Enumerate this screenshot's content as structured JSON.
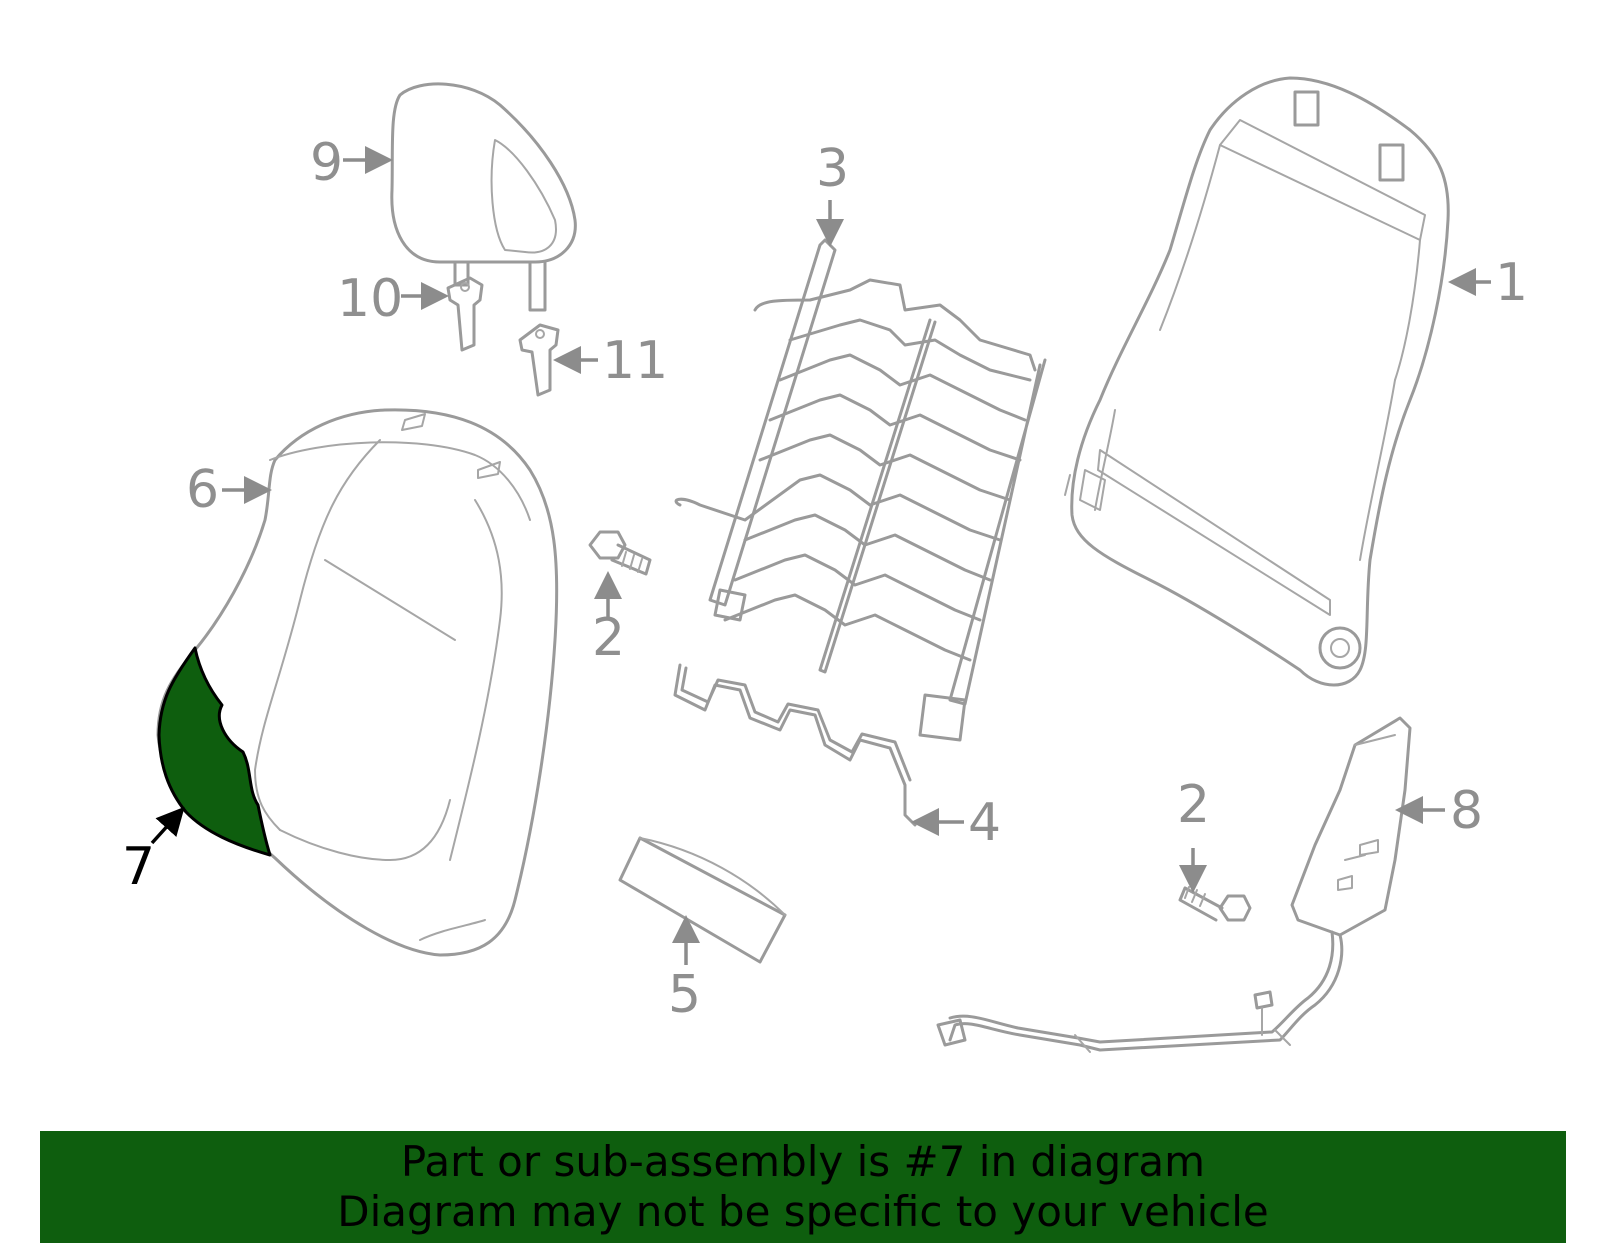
{
  "colors": {
    "highlight": "#0e5e0e",
    "banner": "#0e5e0e",
    "part_stroke": "#9a9a9a",
    "callout_text": "#8f8f8f",
    "highlight_text": "#000000"
  },
  "callouts": {
    "c1": "1",
    "c2a": "2",
    "c2b": "2",
    "c3": "3",
    "c4": "4",
    "c5": "5",
    "c6": "6",
    "c7": "7",
    "c8": "8",
    "c9": "9",
    "c10": "10",
    "c11": "11"
  },
  "banner": {
    "line1": "Part or sub-assembly is #7 in diagram",
    "line2": "Diagram may not be specific to your vehicle"
  }
}
